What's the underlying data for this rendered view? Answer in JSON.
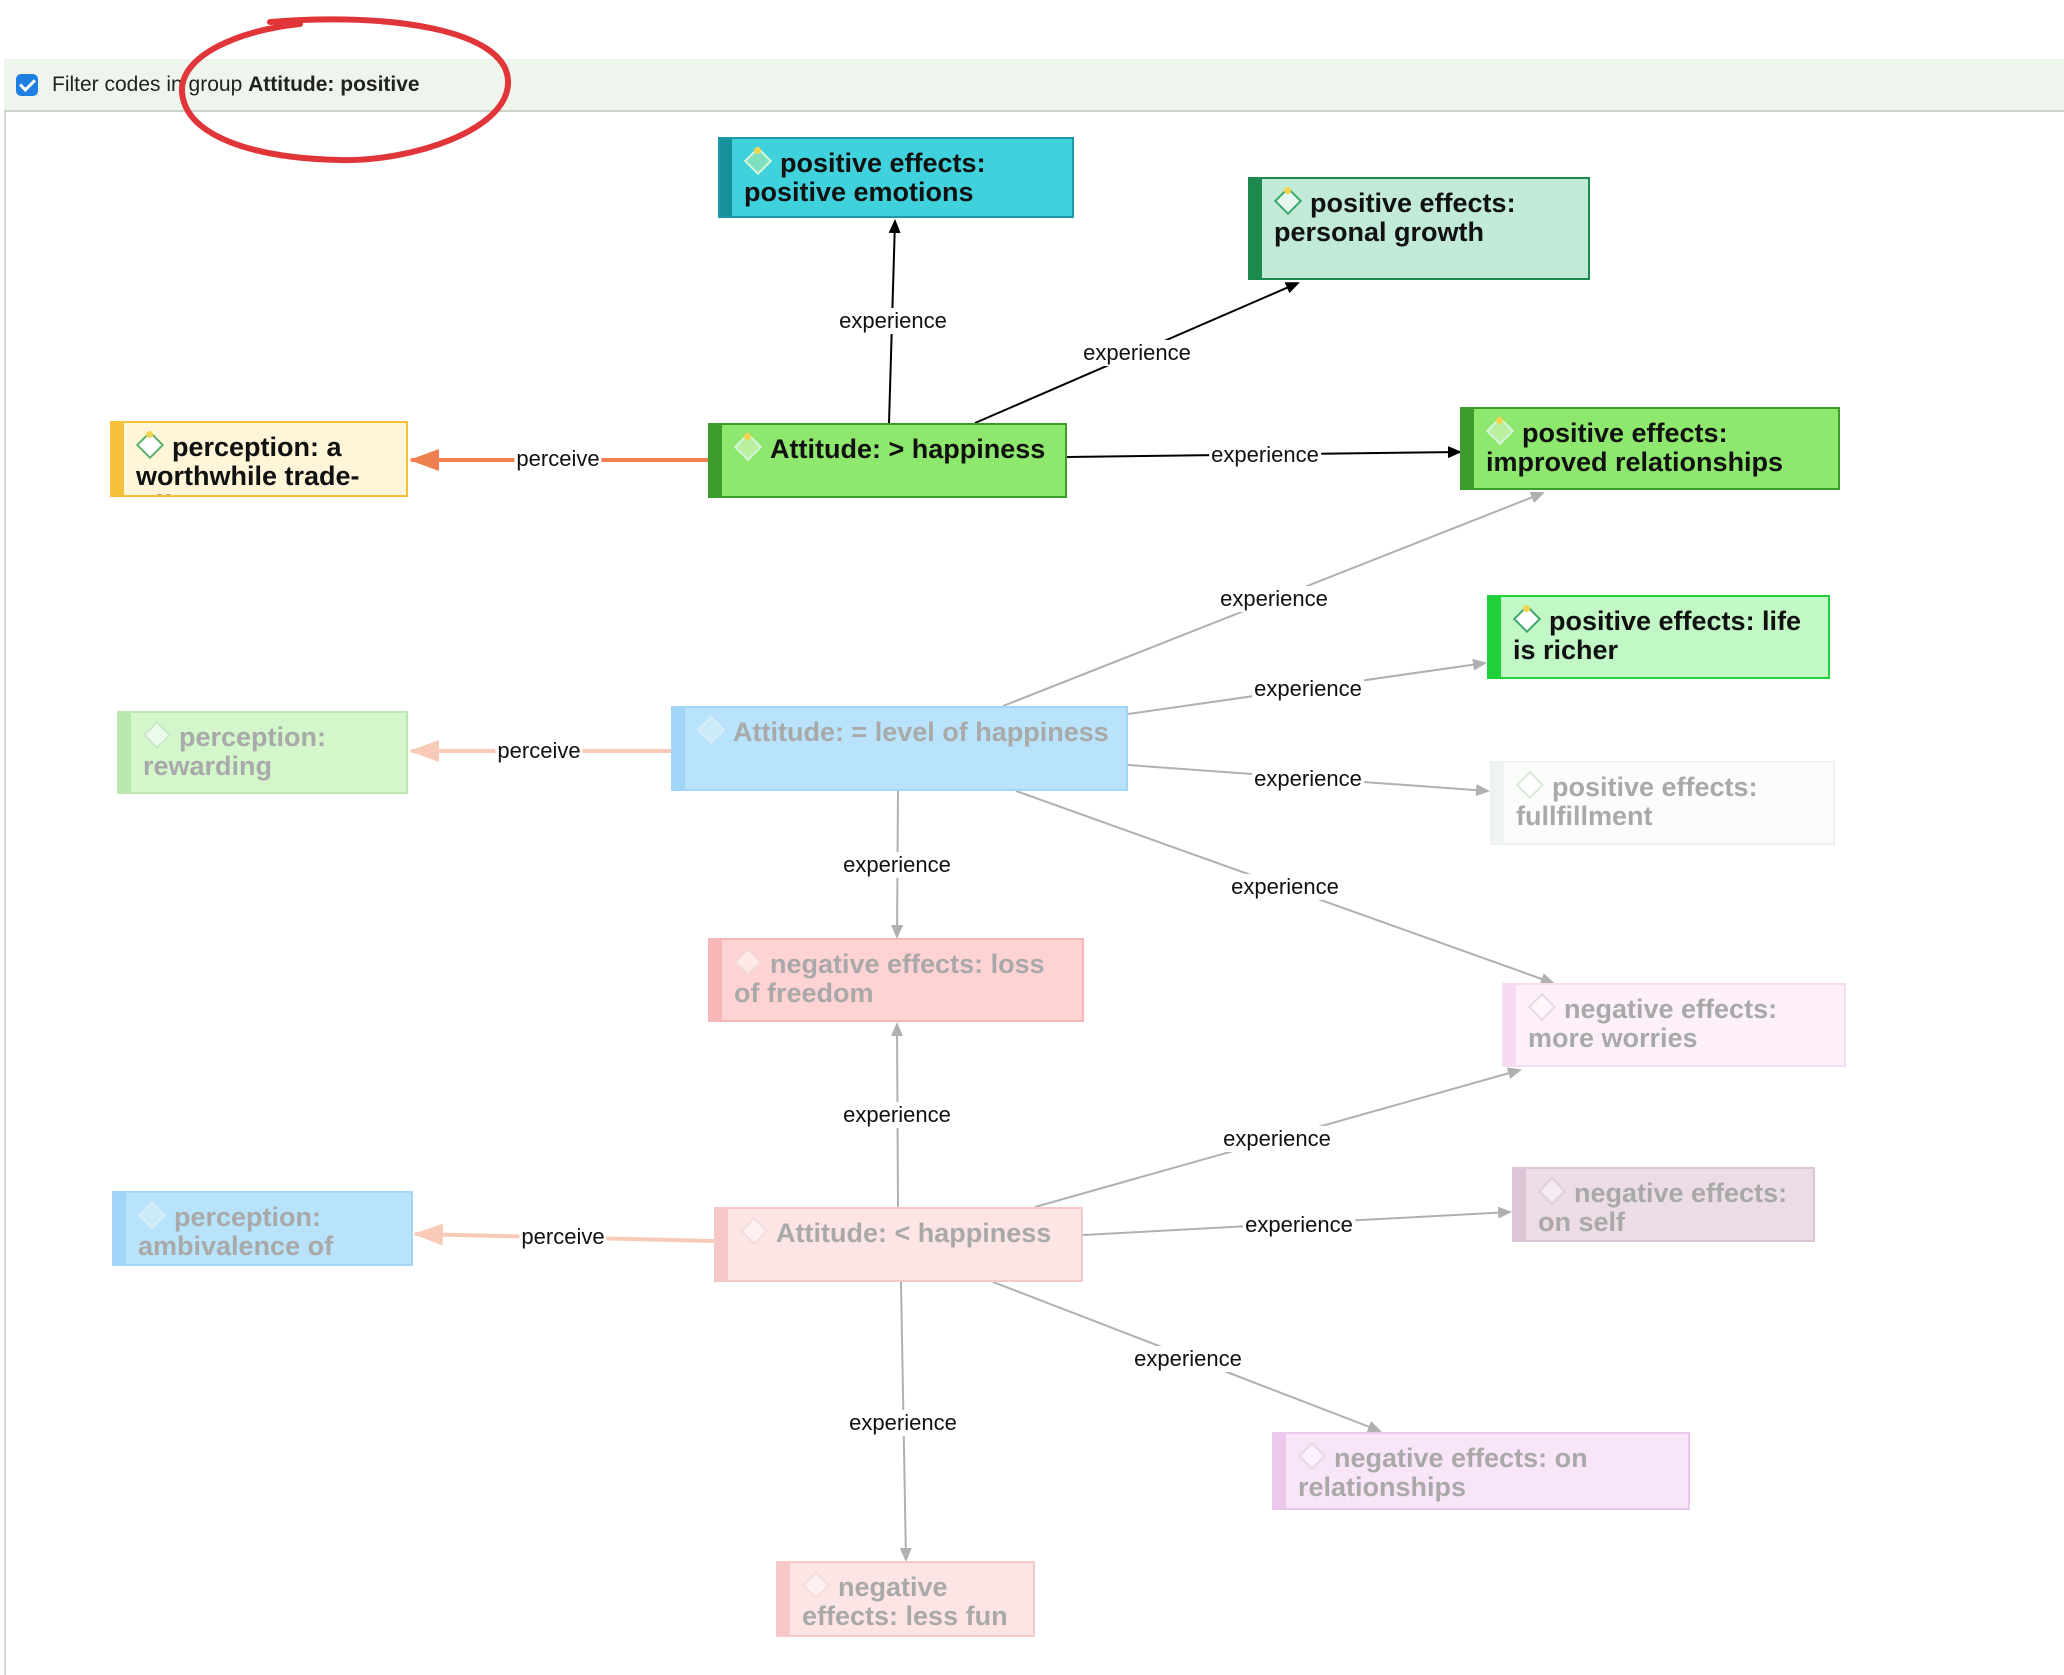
{
  "filter_bar": {
    "checked": true,
    "prefix": "Filter codes in group ",
    "group": "Attitude: positive"
  },
  "nodes": {
    "pe_emotions": {
      "label": "positive effects: positive emotions"
    },
    "pe_growth": {
      "label": "positive effects: personal growth"
    },
    "perc_tradeoff": {
      "label": "perception: a worthwhile trade-off"
    },
    "att_greater": {
      "label": "Attitude: > happiness"
    },
    "pe_relations": {
      "label": "positive effects: improved relationships"
    },
    "pe_richer": {
      "label": "positive effects: life is richer"
    },
    "perc_reward": {
      "label": "perception: rewarding"
    },
    "att_equal": {
      "label": "Attitude: = level of happiness"
    },
    "pe_fulfill": {
      "label": "positive effects: fullfillment"
    },
    "ne_freedom": {
      "label": "negative effects: loss of freedom"
    },
    "ne_worries": {
      "label": "negative effects: more worries"
    },
    "ne_self": {
      "label": "negative effects: on self"
    },
    "perc_ambiv": {
      "label": "perception: ambivalence of"
    },
    "att_less": {
      "label": "Attitude: < happiness"
    },
    "ne_rel": {
      "label": "negative effects: on relationships"
    },
    "ne_fun": {
      "label": "negative effects: less fun"
    }
  },
  "edges": {
    "e1": {
      "label": "experience"
    },
    "e2": {
      "label": "experience"
    },
    "e3": {
      "label": "perceive"
    },
    "e4": {
      "label": "experience"
    },
    "e5": {
      "label": "experience"
    },
    "e6": {
      "label": "experience"
    },
    "e7": {
      "label": "perceive"
    },
    "e8": {
      "label": "experience"
    },
    "e9": {
      "label": "experience"
    },
    "e10": {
      "label": "experience"
    },
    "e11": {
      "label": "experience"
    },
    "e12": {
      "label": "experience"
    },
    "e13": {
      "label": "perceive"
    },
    "e14": {
      "label": "experience"
    },
    "e15": {
      "label": "experience"
    },
    "e16": {
      "label": "experience"
    }
  },
  "colors": {
    "active_edge": "#000000",
    "faded_edge": "#b0b0b0",
    "perceive_edge": "#f08050",
    "perceive_edge_faded": "#f8cbb8",
    "filter_checkbox": "#1f7fe0",
    "annotation_circle": "#e0363a"
  }
}
